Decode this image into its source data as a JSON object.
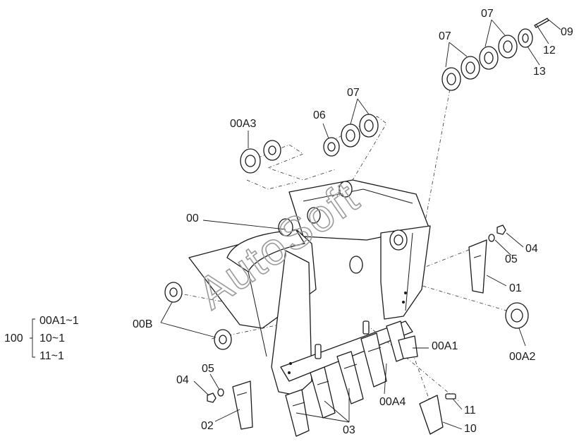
{
  "diagram": {
    "watermark": "AutoSoft",
    "labels": {
      "p00": "00",
      "p00A1": "00A1",
      "p00A2": "00A2",
      "p00A3": "00A3",
      "p00A4": "00A4",
      "p00B": "00B",
      "p01": "01",
      "p02": "02",
      "p03": "03",
      "p04a": "04",
      "p04b": "04",
      "p05a": "05",
      "p05b": "05",
      "p06": "06",
      "p07a": "07",
      "p07b": "07",
      "p07c": "07",
      "p09": "09",
      "p10": "10",
      "p11": "11",
      "p12": "12",
      "p13": "13"
    },
    "kit": {
      "number": "100",
      "items": [
        "00A1~1",
        "10~1",
        "11~1"
      ]
    }
  }
}
